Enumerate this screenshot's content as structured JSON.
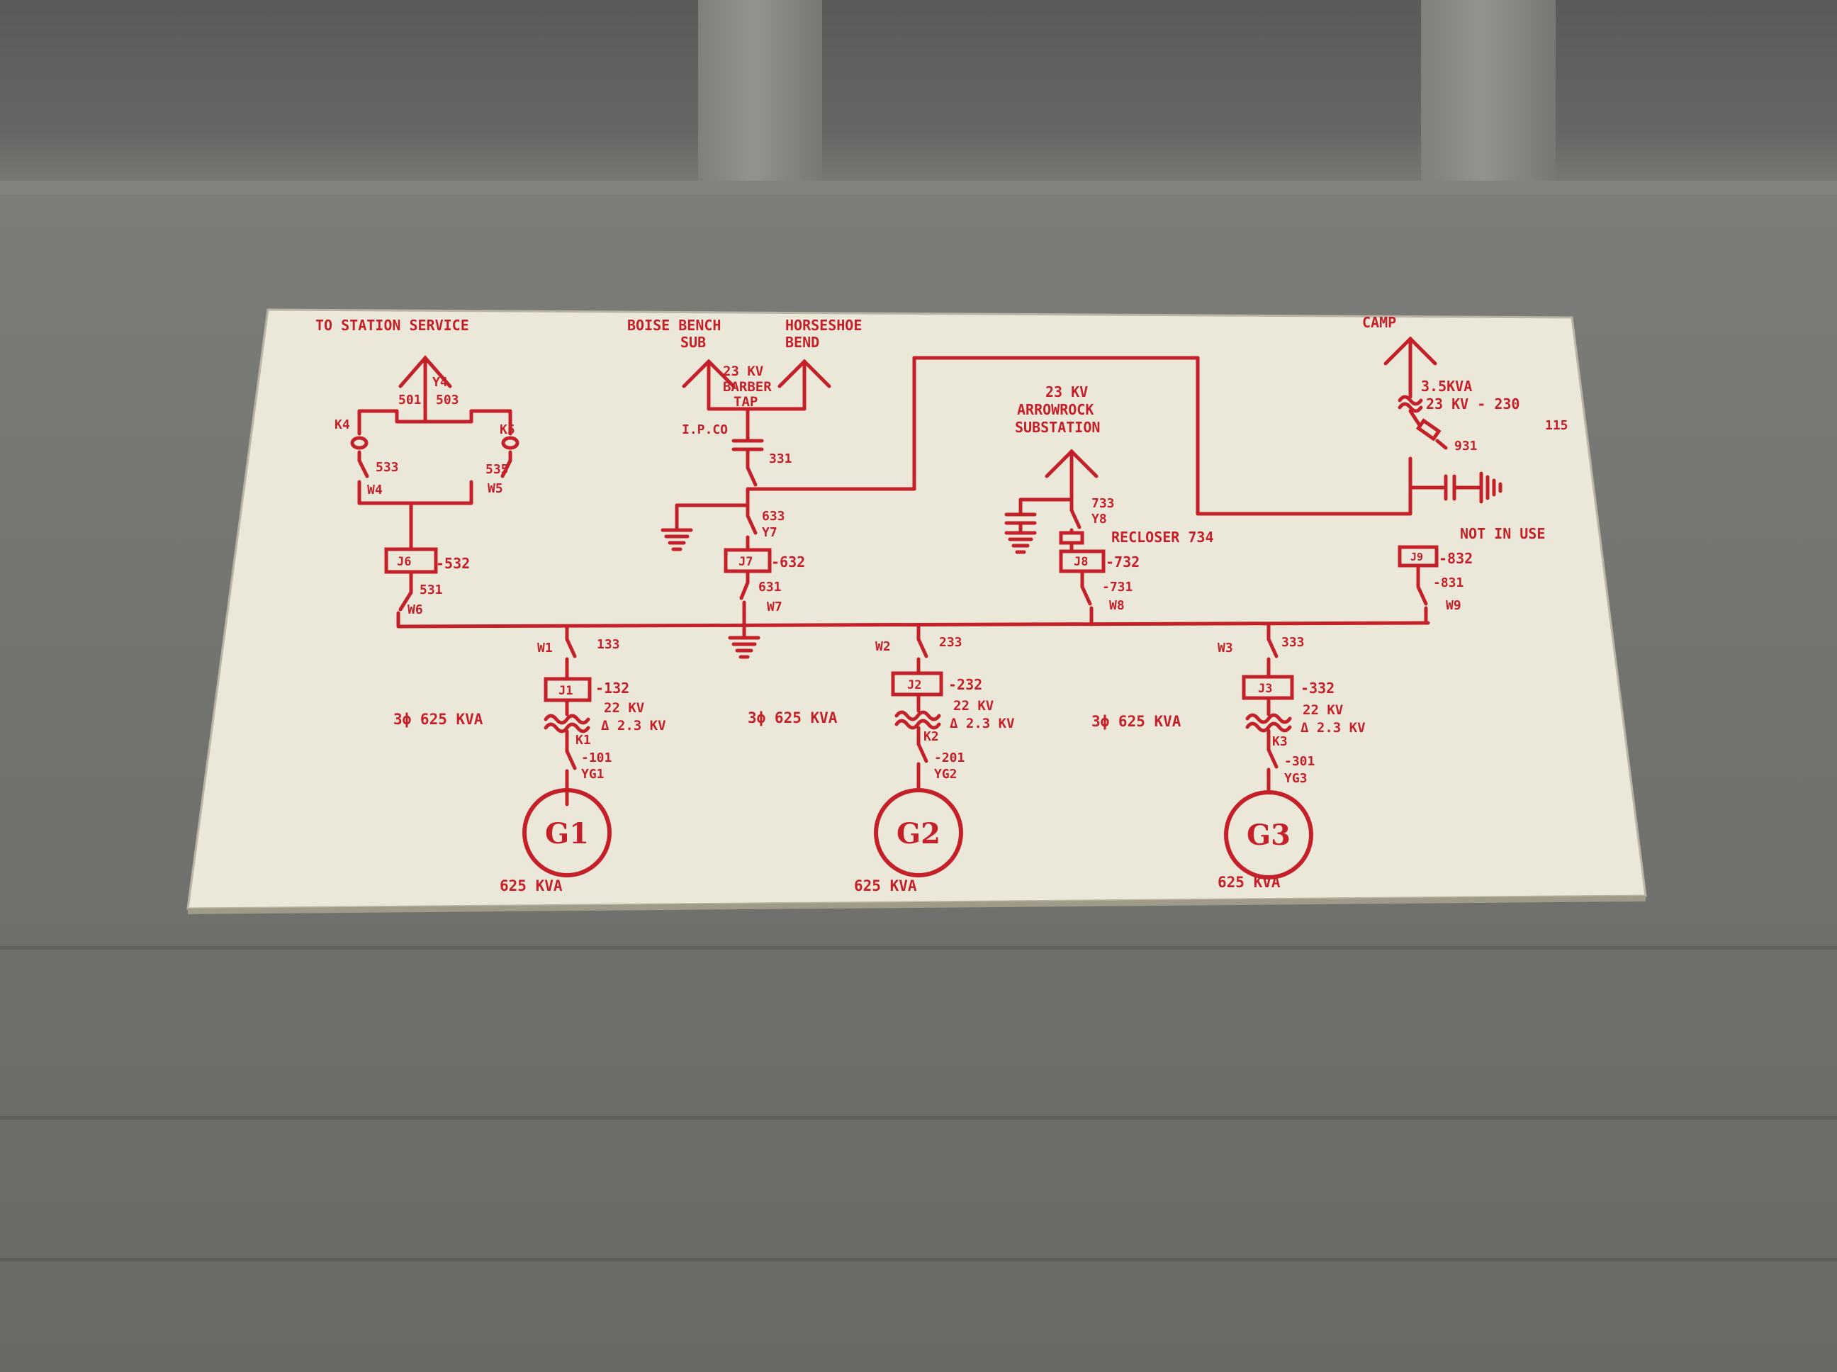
{
  "colors": {
    "ink": "#c4202a",
    "board": "#ece8d9"
  },
  "top": {
    "station_service": "TO STATION SERVICE",
    "boise_bench_1": "BOISE BENCH",
    "boise_bench_2": "SUB",
    "horseshoe_1": "HORSESHOE",
    "horseshoe_2": "BEND",
    "barber_kv": "23 KV",
    "barber_1": "BARBER",
    "barber_2": "TAP",
    "ipco": "I.P.CO",
    "camp": "CAMP",
    "camp_kva": "3.5KVA",
    "camp_ratio": "23 KV - 230",
    "camp_ratio_den": "115",
    "arrowrock_kv": "23 KV",
    "arrowrock_1": "ARROWROCK",
    "arrowrock_2": "SUBSTATION"
  },
  "station_service": {
    "y4": "Y4",
    "s501": "501",
    "s503": "503",
    "k4": "K4",
    "k5": "K5",
    "s533": "533",
    "s535": "535",
    "w4": "W4",
    "w5": "W5",
    "j6": "J6",
    "s532": "-532",
    "s531": "531",
    "w6": "W6"
  },
  "barber_feeder": {
    "s331": "331",
    "s633": "633",
    "y7": "Y7",
    "j7": "J7",
    "s632": "-632",
    "s631": "631",
    "w7": "W7"
  },
  "arrowrock_feeder": {
    "s733": "733",
    "y8": "Y8",
    "recloser": "RECLOSER 734",
    "j8": "J8",
    "s732": "-732",
    "s731": "-731",
    "w8": "W8"
  },
  "camp_feeder": {
    "s931": "931",
    "not_in_use": "NOT IN USE",
    "j9": "J9",
    "s832": "-832",
    "s831": "-831",
    "w9": "W9"
  },
  "units": [
    {
      "w": "W1",
      "sw": "133",
      "j": "J1",
      "jn": "-132",
      "tx": "3ϕ 625 KVA",
      "hv": "22 KV",
      "lv": "Δ 2.3 KV",
      "k": "K1",
      "bk": "-101",
      "yg": "YG1",
      "gen": "G1",
      "rating": "625  KVA"
    },
    {
      "w": "W2",
      "sw": "233",
      "j": "J2",
      "jn": "-232",
      "tx": "3ϕ 625 KVA",
      "hv": "22 KV",
      "lv": "Δ 2.3 KV",
      "k": "K2",
      "bk": "-201",
      "yg": "YG2",
      "gen": "G2",
      "rating": "625  KVA"
    },
    {
      "w": "W3",
      "sw": "333",
      "j": "J3",
      "jn": "-332",
      "tx": "3ϕ 625 KVA",
      "hv": "22 KV",
      "lv": "Δ 2.3 KV",
      "k": "K3",
      "bk": "-301",
      "yg": "YG3",
      "gen": "G3",
      "rating": "625  KVA"
    }
  ]
}
